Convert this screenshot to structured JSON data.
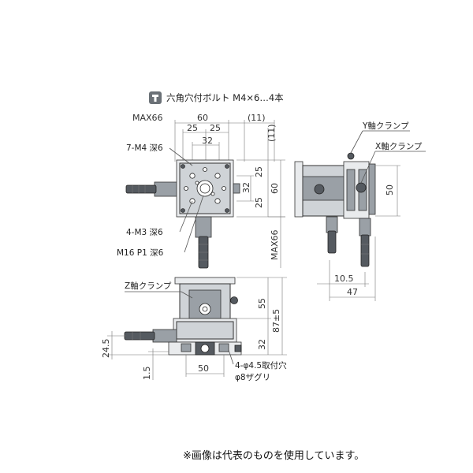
{
  "header": {
    "bolt_note": "六角穴付ボルト M4×6…4本"
  },
  "top_view": {
    "dims": {
      "max66": "MAX66",
      "d60": "60",
      "d11_top": "(11)",
      "d25a": "25",
      "d25b": "25",
      "d32_top": "32",
      "d11_side": "(11)",
      "d25_v1": "25",
      "d32_v": "32",
      "d60_v": "60",
      "d25_v2": "25",
      "max66_v": "MAX66"
    },
    "labels": {
      "tap_7m4": "7-M4 深6",
      "tap_4m3": "4-M3 深6",
      "tap_m16": "M16 P1 深6"
    }
  },
  "side_view": {
    "labels": {
      "y_clamp": "Y軸クランプ",
      "x_clamp": "X軸クランプ"
    },
    "dims": {
      "d50": "50",
      "d10_5": "10.5",
      "d47": "47"
    }
  },
  "front_view": {
    "labels": {
      "z_clamp": "Z軸クランプ",
      "mount_holes": "4-φ4.5取付穴",
      "counterbore": "φ8ザグリ"
    },
    "dims": {
      "d55": "55",
      "d87": "87±5",
      "d32": "32",
      "d24_5": "24.5",
      "d1_5": "1.5",
      "d50": "50"
    }
  },
  "footer": {
    "note": "※画像は代表のものを使用しています。"
  }
}
